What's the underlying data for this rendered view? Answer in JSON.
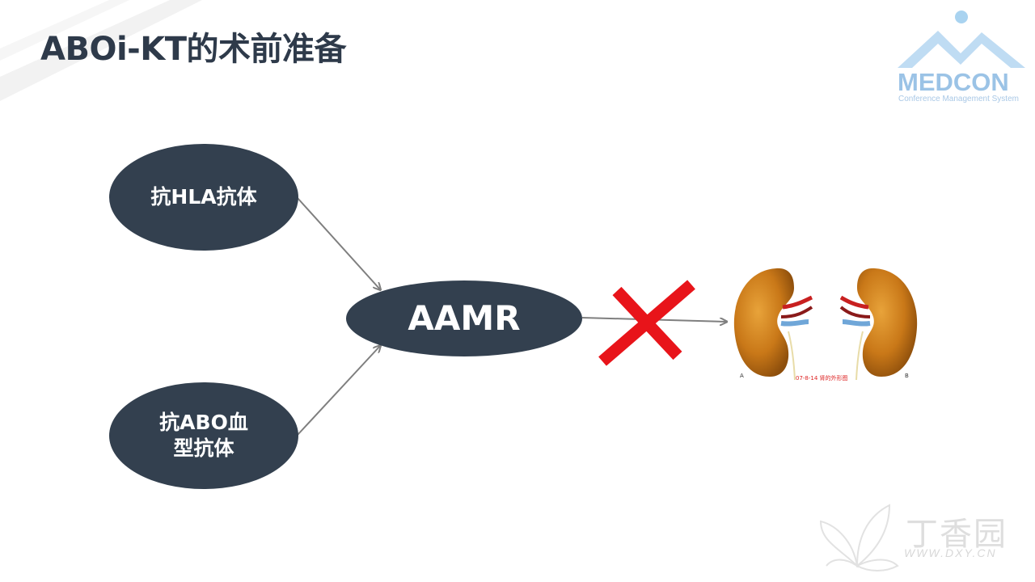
{
  "title": "ABOi-KT的术前准备",
  "nodes": {
    "hla": "抗HLA抗体",
    "abo_line1": "抗ABO血",
    "abo_line2": "型抗体",
    "aamr": "AAMR"
  },
  "kidney_figure": {
    "caption": "07-8-14    肾的外形图",
    "label_a": "A",
    "label_b": "B"
  },
  "logo": {
    "name": "MEDCON",
    "subtitle": "Conference Management System"
  },
  "watermark": {
    "cn": "丁香园",
    "url": "WWW.DXY.CN"
  },
  "colors": {
    "node_fill": "#33404f",
    "arrow": "#7f7f7f",
    "cross": "#e8141a",
    "title": "#2e3a4a"
  }
}
